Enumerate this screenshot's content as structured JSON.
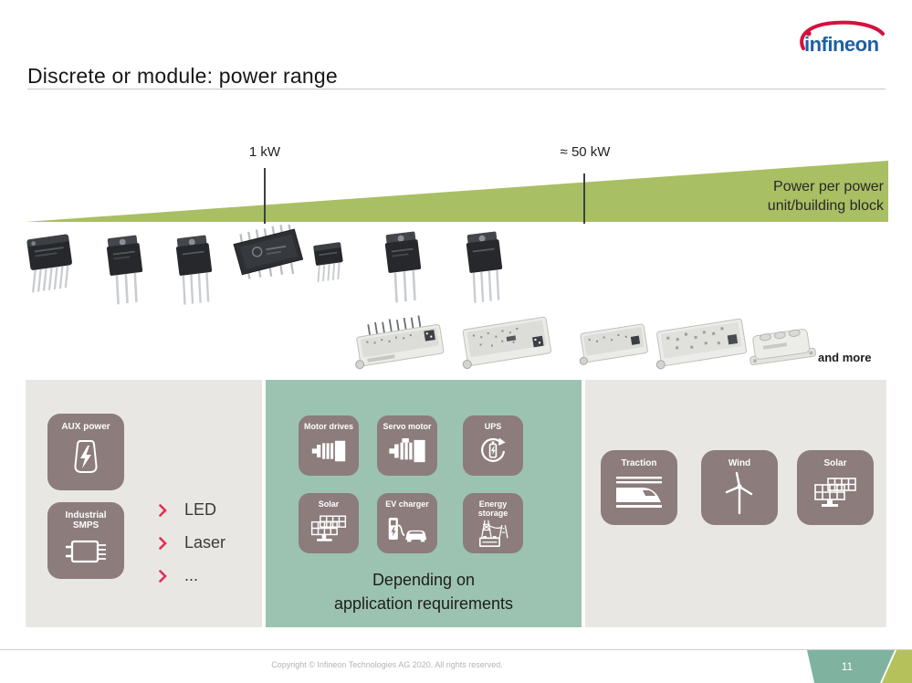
{
  "header": {
    "title": "Discrete or module: power range",
    "logo": "infineon"
  },
  "ramp": {
    "tick1": "1 kW",
    "tick2": "≈ 50 kW",
    "label1": "Power per power",
    "label2": "unit/building block"
  },
  "modules_note": "and more",
  "panels": {
    "left": {
      "tile1": "AUX power",
      "tile2": "Industrial SMPS",
      "item1": "LED",
      "item2": "Laser",
      "item3": "..."
    },
    "middle": {
      "tile1": "Motor drives",
      "tile2": "Servo motor",
      "tile3": "UPS",
      "tile4": "Solar",
      "tile5": "EV charger",
      "tile6": "Energy storage",
      "caption1": "Depending on",
      "caption2": "application requirements"
    },
    "right": {
      "tile1": "Traction",
      "tile2": "Wind",
      "tile3": "Solar"
    }
  },
  "footer": {
    "copyright": "Copyright © Infineon Technologies AG 2020. All rights reserved.",
    "page": "11"
  },
  "colors": {
    "ramp_green": "#a9bf63",
    "panel_teal": "#9cc3b2",
    "panel_gray": "#e9e7e4",
    "tile_mauve": "#8c7c7c",
    "badge_teal": "#7fb3a0",
    "badge_green": "#b5c25c",
    "brand_red": "#d6103c",
    "brand_blue": "#1d5fa5",
    "bullet_red": "#e22e54"
  }
}
